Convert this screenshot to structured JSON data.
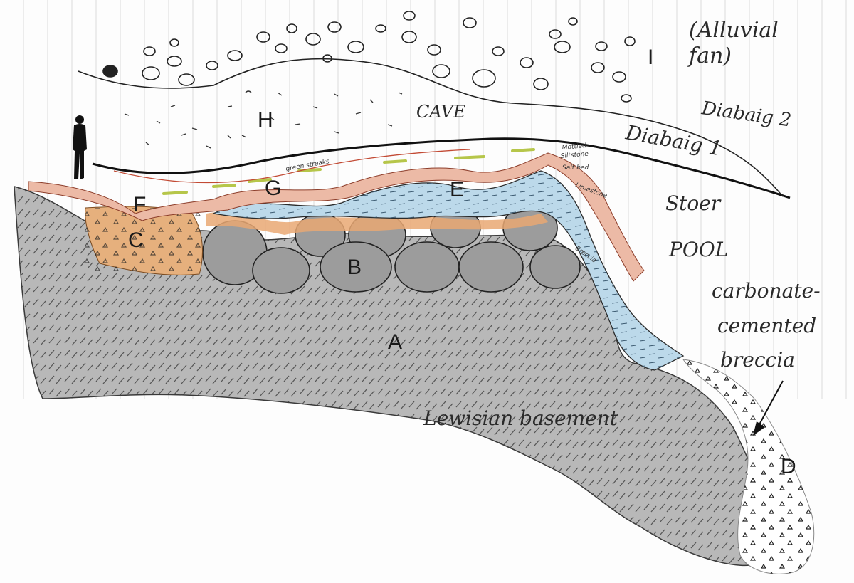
{
  "letters": {
    "a": "A",
    "b": "B",
    "c": "C",
    "d": "D",
    "e": "E",
    "f": "F",
    "g": "G",
    "h": "H",
    "i": "I"
  },
  "labels": {
    "alluvial_1": "(Alluvial",
    "alluvial_2": "fan)",
    "diabaig2": "Diabaig 2",
    "diabaig1": "Diabaig 1",
    "stoer": "Stoer",
    "pool": "POOL",
    "carbonate_1": "carbonate-",
    "carbonate_2": "cemented",
    "carbonate_3": "breccia",
    "lewisian": "Lewisian basement",
    "cave": "CAVE",
    "green_streaks": "green streaks",
    "mottled_1": "Mottled",
    "mottled_2": "Siltstone",
    "salt_bed": "Salt bed",
    "limestone": "Limestone",
    "breccia_small": "Breccia"
  },
  "colors": {
    "rock": "#b4b4b4",
    "rock_dark": "#8a8a8a",
    "limestone_blue": "#bcd9ea",
    "red_layer": "#eab8a4",
    "orange_layer": "#e9a873",
    "green_streak": "#c5d26a",
    "ink": "#1f1f1f"
  }
}
